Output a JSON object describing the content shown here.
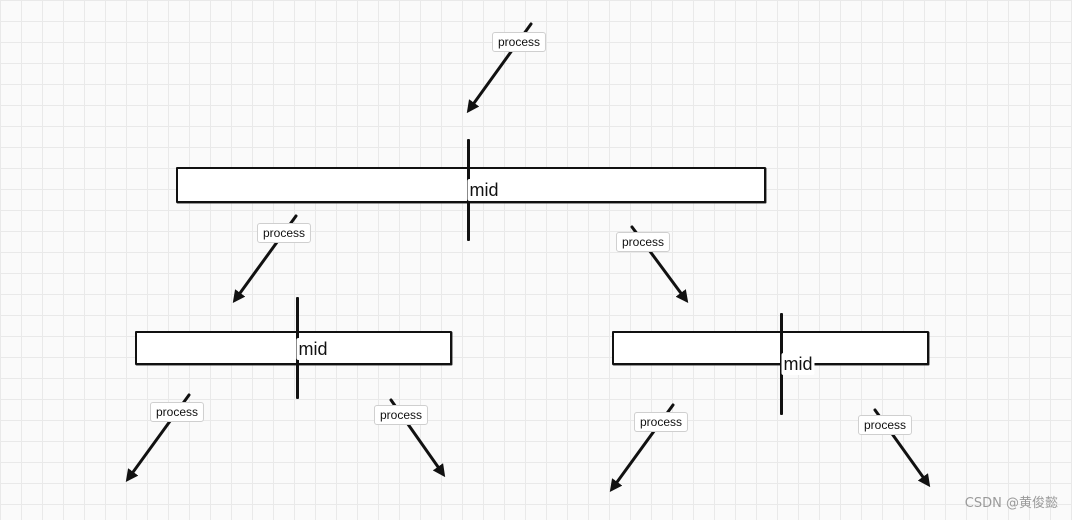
{
  "diagram": {
    "split_label": "mid",
    "edge_label": "process",
    "watermark": "CSDN @黄俊懿"
  }
}
